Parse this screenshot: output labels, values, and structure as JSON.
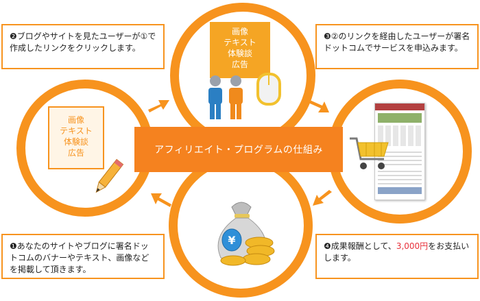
{
  "center_title": "アフィリエイト・プログラムの仕組み",
  "ad_card_left": [
    "画像",
    "テキスト",
    "体験談",
    "広告"
  ],
  "ad_card_top": [
    "画像",
    "テキスト",
    "体験談",
    "広告"
  ],
  "coin_symbol": "¥",
  "steps": {
    "step1": {
      "marker": "❶",
      "text": "あなたのサイトやブログに署名ドットコムのバナーやテキスト、画像などを掲載して頂きます。"
    },
    "step2": {
      "marker": "❷",
      "text": "ブログやサイトを見たユーザーが①で作成したリンクをクリックします。"
    },
    "step3": {
      "marker": "❸",
      "text": "②のリンクを経由したユーザーが署名ドットコムでサービスを申込みます。"
    },
    "step4": {
      "marker": "❹",
      "text_before": "成果報酬として、",
      "amount": "3,000円",
      "text_after": "をお支払いします。"
    }
  },
  "colors": {
    "accent": "#f7931e",
    "banner": "#f5821f",
    "card_fill": "#ffe7c4",
    "top_card": "#f5a524",
    "amount": "#e8303a"
  }
}
